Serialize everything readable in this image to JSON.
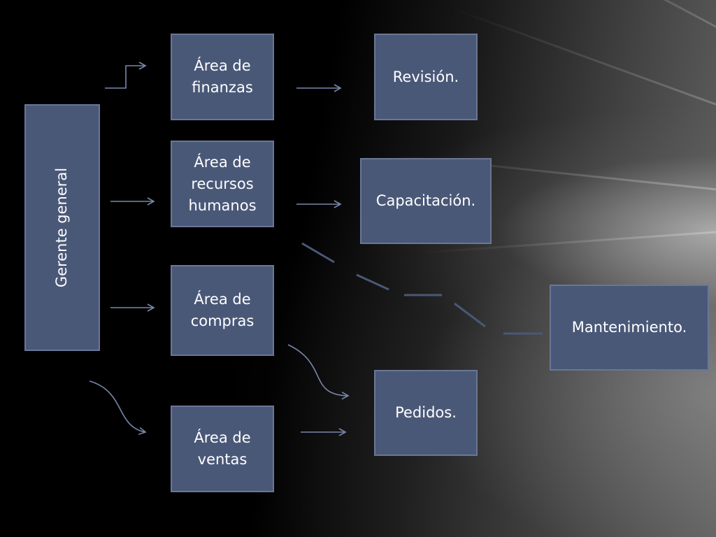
{
  "nodes": {
    "gerente": "Gerente general",
    "finanzas": "Área de\nfinanzas",
    "rrhh": "Área de\nrecursos\nhumanos",
    "compras": "Área de\ncompras",
    "ventas": "Área de\nventas",
    "revision": "Revisión.",
    "capacitacion": "Capacitación.",
    "mantenimiento": "Mantenimiento.",
    "pedidos": "Pedidos."
  },
  "colors": {
    "box_fill": "#4a5878",
    "box_border": "#6b7696",
    "connector": "#7888aa",
    "text": "#ffffff"
  }
}
